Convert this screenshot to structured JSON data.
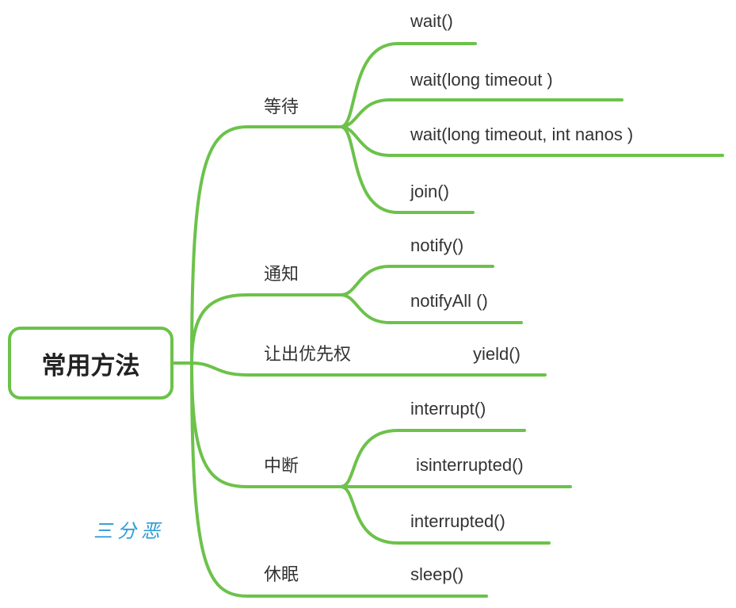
{
  "root": {
    "label": "常用方法"
  },
  "branches": [
    {
      "label": "等待",
      "children": [
        "wait()",
        "wait(long timeout )",
        "wait(long timeout, int nanos )",
        "join()"
      ]
    },
    {
      "label": "通知",
      "children": [
        "notify()",
        "notifyAll ()"
      ]
    },
    {
      "label": "让出优先权",
      "children": [
        "yield()"
      ]
    },
    {
      "label": "中断",
      "children": [
        "interrupt()",
        "isinterrupted()",
        "interrupted()"
      ]
    },
    {
      "label": "休眠",
      "children": [
        "sleep()"
      ]
    }
  ],
  "watermark": "三分恶",
  "colors": {
    "line": "#6cc24a",
    "text": "#333333",
    "watermark": "#2e9bd6"
  }
}
